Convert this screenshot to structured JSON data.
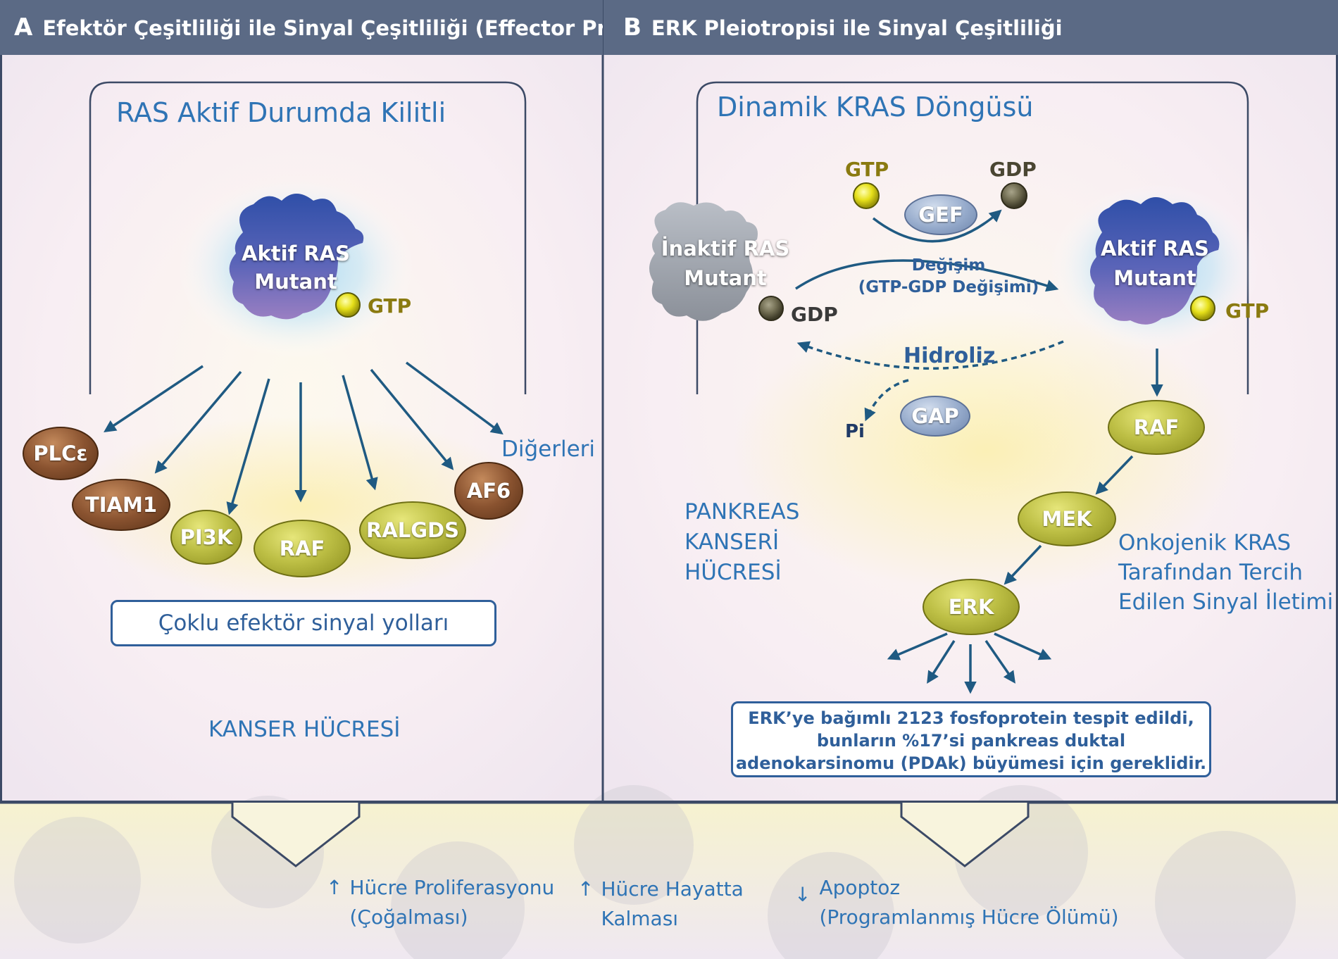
{
  "panel_a": {
    "letter": "A",
    "header": "Efektör Çeşitliliği ile Sinyal Çeşitliliği (Effector Promiscuity)",
    "box_title": "RAS Aktif Durumda Kilitli",
    "protein_line1": "Aktif RAS",
    "protein_line2": "Mutant",
    "gtp": "GTP",
    "effectors": [
      "PLCε",
      "TIAM1",
      "PI3K",
      "RAF",
      "RALGDS",
      "AF6"
    ],
    "others": "Diğerleri",
    "pathways_box": "Çoklu efektör sinyal yolları",
    "cell_label": "KANSER HÜCRESİ"
  },
  "panel_b": {
    "letter": "B",
    "header": "ERK Pleiotropisi ile Sinyal Çeşitliliği",
    "box_title": "Dinamik KRAS Döngüsü",
    "gtp_top": "GTP",
    "gdp_top": "GDP",
    "gef": "GEF",
    "inactive_line1": "İnaktif RAS",
    "inactive_line2": "Mutant",
    "inactive_gdp": "GDP",
    "exchange_line1": "Değişim",
    "exchange_line2": "(GTP-GDP Değişimi)",
    "active_line1": "Aktif RAS",
    "active_line2": "Mutant",
    "active_gtp": "GTP",
    "hydrolysis": "Hidroliz",
    "gap": "GAP",
    "pi": "Pi",
    "raf": "RAF",
    "mek": "MEK",
    "erk": "ERK",
    "cell_label": [
      "PANKREAS",
      "KANSERİ",
      "HÜCRESİ"
    ],
    "preferred": [
      "Onkojenik KRAS",
      "Tarafından Tercih",
      "Edilen Sinyal İletimi"
    ],
    "erk_box": [
      "ERK’ye bağımlı 2123 fosfoprotein tespit edildi,",
      "bunların %17’si pankreas duktal",
      "adenokarsinomu (PDAk) büyümesi için gereklidir."
    ]
  },
  "outcomes": [
    {
      "arrow": "↑",
      "line1": "Hücre Proliferasyonu",
      "line2": "(Çoğalması)"
    },
    {
      "arrow": "↑",
      "line1": "Hücre Hayatta",
      "line2": "Kalması"
    },
    {
      "arrow": "↓",
      "line1": "Apoptoz",
      "line2": "(Programlanmış Hücre Ölümü)"
    }
  ],
  "colors": {
    "header": "#5b6a85",
    "label_blue": "#2f74b5",
    "arrow": "#1f5a82",
    "border": "#3c4a66"
  }
}
